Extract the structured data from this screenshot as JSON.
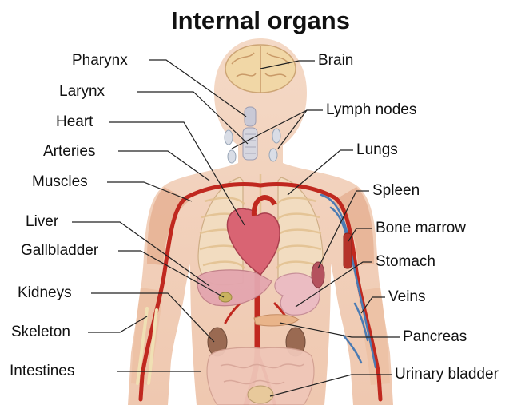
{
  "title": "Internal organs",
  "labels_left": [
    "Pharynx",
    "Larynx",
    "Heart",
    "Arteries",
    "Muscles",
    "Liver",
    "Gallbladder",
    "Kidneys",
    "Skeleton",
    "Intestines"
  ],
  "labels_right": [
    "Brain",
    "Lymph nodes",
    "Lungs",
    "Spleen",
    "Bone marrow",
    "Stomach",
    "Veins",
    "Pancreas",
    "Urinary bladder"
  ],
  "colors": {
    "skin": "#f2d3bd",
    "muscle": "#e9b08f",
    "artery": "#c0281f",
    "vein": "#4b7bb3",
    "organ": "#d98c97",
    "bone": "#f0e0b4",
    "text": "#111111"
  }
}
